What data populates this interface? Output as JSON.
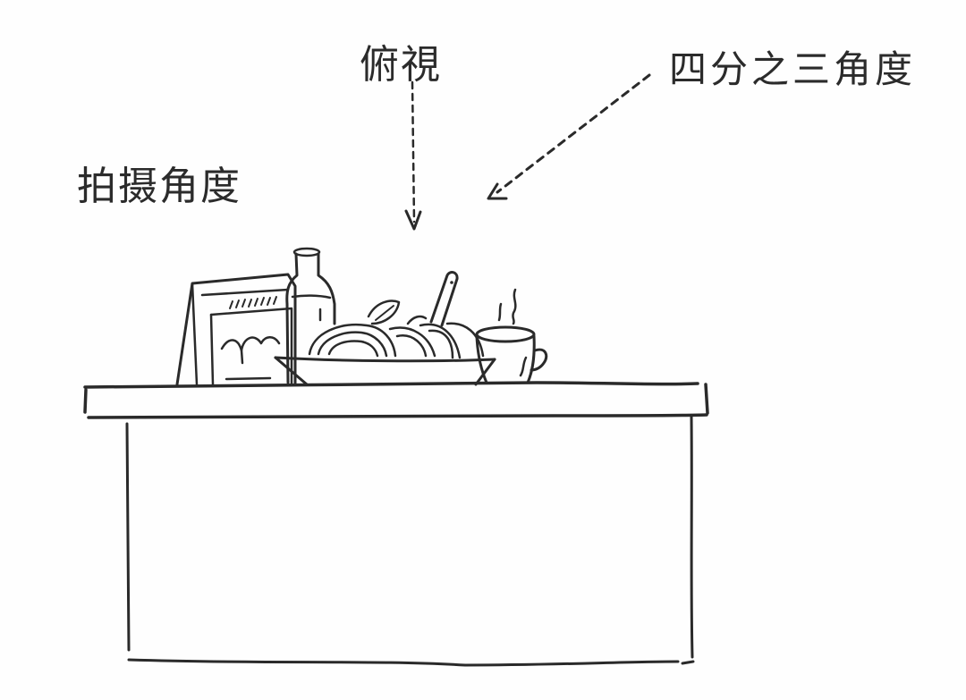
{
  "diagram": {
    "title_label": "拍摄角度",
    "angles": [
      {
        "id": "top-down",
        "label": "俯視",
        "arrow_direction": "down"
      },
      {
        "id": "three-quarter",
        "label": "四分之三角度",
        "arrow_direction": "down-left"
      }
    ],
    "scene": {
      "surface": "table",
      "objects": [
        "paper-bag",
        "bottle",
        "bowl-of-pasta",
        "fork",
        "basil-leaves",
        "steaming-cup"
      ]
    },
    "colors": {
      "ink": "#2a2a2a",
      "background": "#fefefe"
    }
  }
}
